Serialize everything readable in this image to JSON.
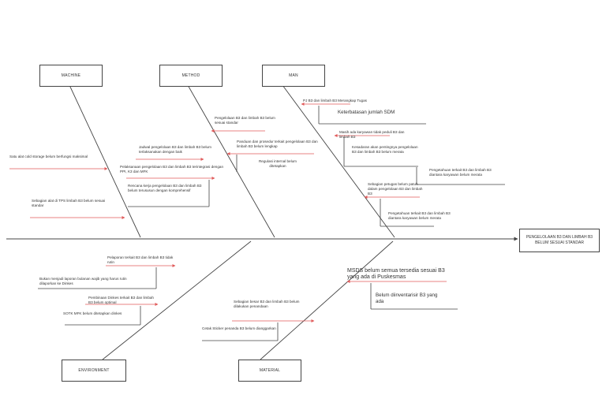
{
  "effect": "PENGELOLAAN B3 DAN LIMBAH B3 BELUM SESUAI STANDAR",
  "categories": {
    "machine": "MACHINE",
    "method": "METHOD",
    "man": "MAN",
    "environment": "ENVIRONMENT",
    "material": "MATERIAL"
  },
  "causes": {
    "machine": [
      "Satu alat cold storage belum berfungsi maksimal",
      "Sebagian alat di TPS limbah B3 belum sesuai standar"
    ],
    "method": [
      "Pengelolaan B3 dan limbah B3 belum sesuai standar",
      "Panduan dan prosedur terkait pengelolaan B3 dan limbah B3 belum lengkap",
      "Regulasi internal belum ditetapkan",
      "Jadwal pengelolaan B3 dan limbah B3 belum terlaksanakan dengan baik",
      "Pelaksanaan pengelolaan B3 dan limbah B3 terintegrasi dengan PPI, K3 dan MFK",
      "Rencana kerja pengelolaan B3 dan limbah B3 belum terususun dengan komprehensif"
    ],
    "man": [
      "PJ B3 dan limbah B3 Merangkap Tugas",
      "Keterbatasan jumlah SDM",
      "Masih ada karyawan tidak peduli B3 dan limbah B3",
      "Kesadaran akan pentingnya pengelolaan B3 dan limbah B3 belum merata",
      "Pengetahuan terkait B3 dan limbah B3 diantara karyawan belum merata",
      "Sebagian petugas belum patuh dalam pengelolaan B3 dan limbah B3",
      "Pengetahuan terkait B3 dan limbah B3 diantara karyawan belum merata"
    ],
    "environment": [
      "Pelaporan terkait B3 dan limbah B3 tidak rutin",
      "Bukan menjadi laporan bulanan wajib yang harus rutin dilaporkan ke Dinkes",
      "Pembinaan Dinkes terkait B3 dan limbah B3 belum optimal",
      "SOTK MFK belum ditetapkan dinkes"
    ],
    "material": [
      "MSDS belum semua tersedia sesuai B3 yang ada di Puskesmas",
      "Belum diinventarisir B3 yang ada",
      "Sebagian besar B3 dan limbah B3 belum dilakukan penandaan",
      "Cetak Sticker penanda B3 belum dianggarkan"
    ]
  },
  "colors": {
    "line": "#444444",
    "arrow": "#e05a5a",
    "text": "#333333"
  }
}
